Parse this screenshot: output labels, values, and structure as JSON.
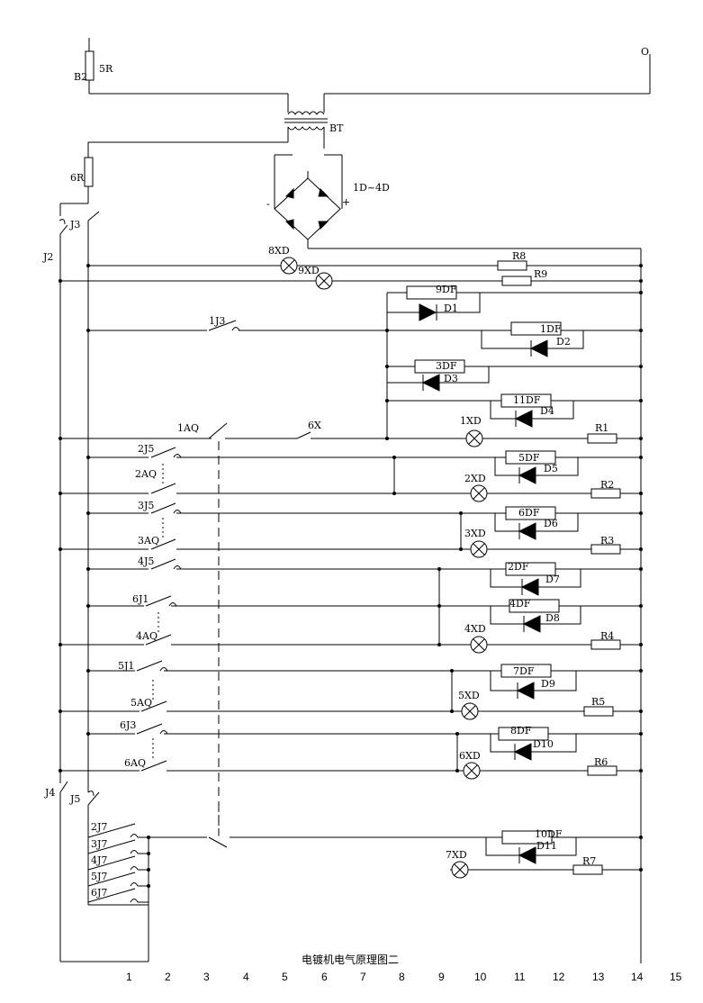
{
  "title": "电镀机电气原理图二",
  "column_numbers": [
    "1",
    "2",
    "3",
    "4",
    "5",
    "6",
    "7",
    "8",
    "9",
    "10",
    "11",
    "12",
    "13",
    "14",
    "15"
  ],
  "labels": {
    "o_terminal": "O",
    "b2": "B2",
    "r5": "5R",
    "bt": "BT",
    "r6": "6R",
    "bridge": "1D~4D",
    "minus": "-",
    "plus": "+",
    "j3": "J3",
    "j2": "J2",
    "xd8": "8XD",
    "xd9": "9XD",
    "r8": "R8",
    "r9": "R9",
    "df9": "9DF",
    "d1": "D1",
    "j13": "1J3",
    "df1": "1DF",
    "d2": "D2",
    "df3": "3DF",
    "d3": "D3",
    "df11": "11DF",
    "d4": "D4",
    "aq1": "1AQ",
    "x6": "6X",
    "xd1": "1XD",
    "r1": "R1",
    "j25": "2J5",
    "df5": "5DF",
    "d5": "D5",
    "aq2": "2AQ",
    "xd2": "2XD",
    "r2": "R2",
    "j35": "3J5",
    "df6": "6DF",
    "d6": "D6",
    "aq3": "3AQ",
    "xd3": "3XD",
    "r3": "R3",
    "j45": "4J5",
    "df2": "2DF",
    "d7": "D7",
    "j61": "6J1",
    "df4": "4DF",
    "d8": "D8",
    "aq4": "4AQ",
    "xd4": "4XD",
    "r4": "R4",
    "j51": "5J1",
    "df7": "7DF",
    "d9": "D9",
    "aq5": "5AQ",
    "xd5": "5XD",
    "r5b": "R5",
    "j63": "6J3",
    "df8": "8DF",
    "d10": "D10",
    "aq6": "6AQ",
    "xd6": "6XD",
    "r6b": "R6",
    "j4": "J4",
    "j5": "J5",
    "j27": "2J7",
    "j37": "3J7",
    "j47": "4J7",
    "j57": "5J7",
    "j67": "6J7",
    "df10": "10DF",
    "d11": "D11",
    "xd7": "7XD",
    "r7": "R7"
  }
}
